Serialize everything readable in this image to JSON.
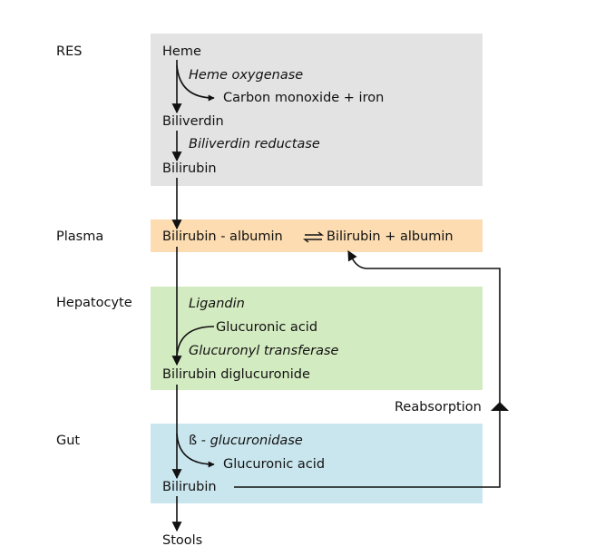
{
  "colors": {
    "res": "#e3e3e3",
    "plasma": "#fcdcb0",
    "hepatocyte": "#d3ebc0",
    "gut": "#c9e6ee",
    "line": "#111111"
  },
  "compartments": {
    "res": "RES",
    "plasma": "Plasma",
    "hepatocyte": "Hepatocyte",
    "gut": "Gut"
  },
  "res": {
    "heme": "Heme",
    "enzyme1": "Heme oxygenase",
    "product1": "Carbon monoxide + iron",
    "biliverdin": "Biliverdin",
    "enzyme2": "Biliverdin reductase",
    "bilirubin": "Bilirubin"
  },
  "plasma": {
    "bound": "Bilirubin - albumin",
    "free": "Bilirubin + albumin"
  },
  "hepatocyte": {
    "ligandin": "Ligandin",
    "glucuronic_acid": "Glucuronic acid",
    "enzyme": "Glucuronyl transferase",
    "product": "Bilirubin diglucuronide"
  },
  "gut": {
    "enzyme_symbol": "ß - ",
    "enzyme": "glucuronidase",
    "glucuronic_acid": "Glucuronic acid",
    "bilirubin": "Bilirubin",
    "reabsorption": "Reabsorption"
  },
  "stools": "Stools"
}
